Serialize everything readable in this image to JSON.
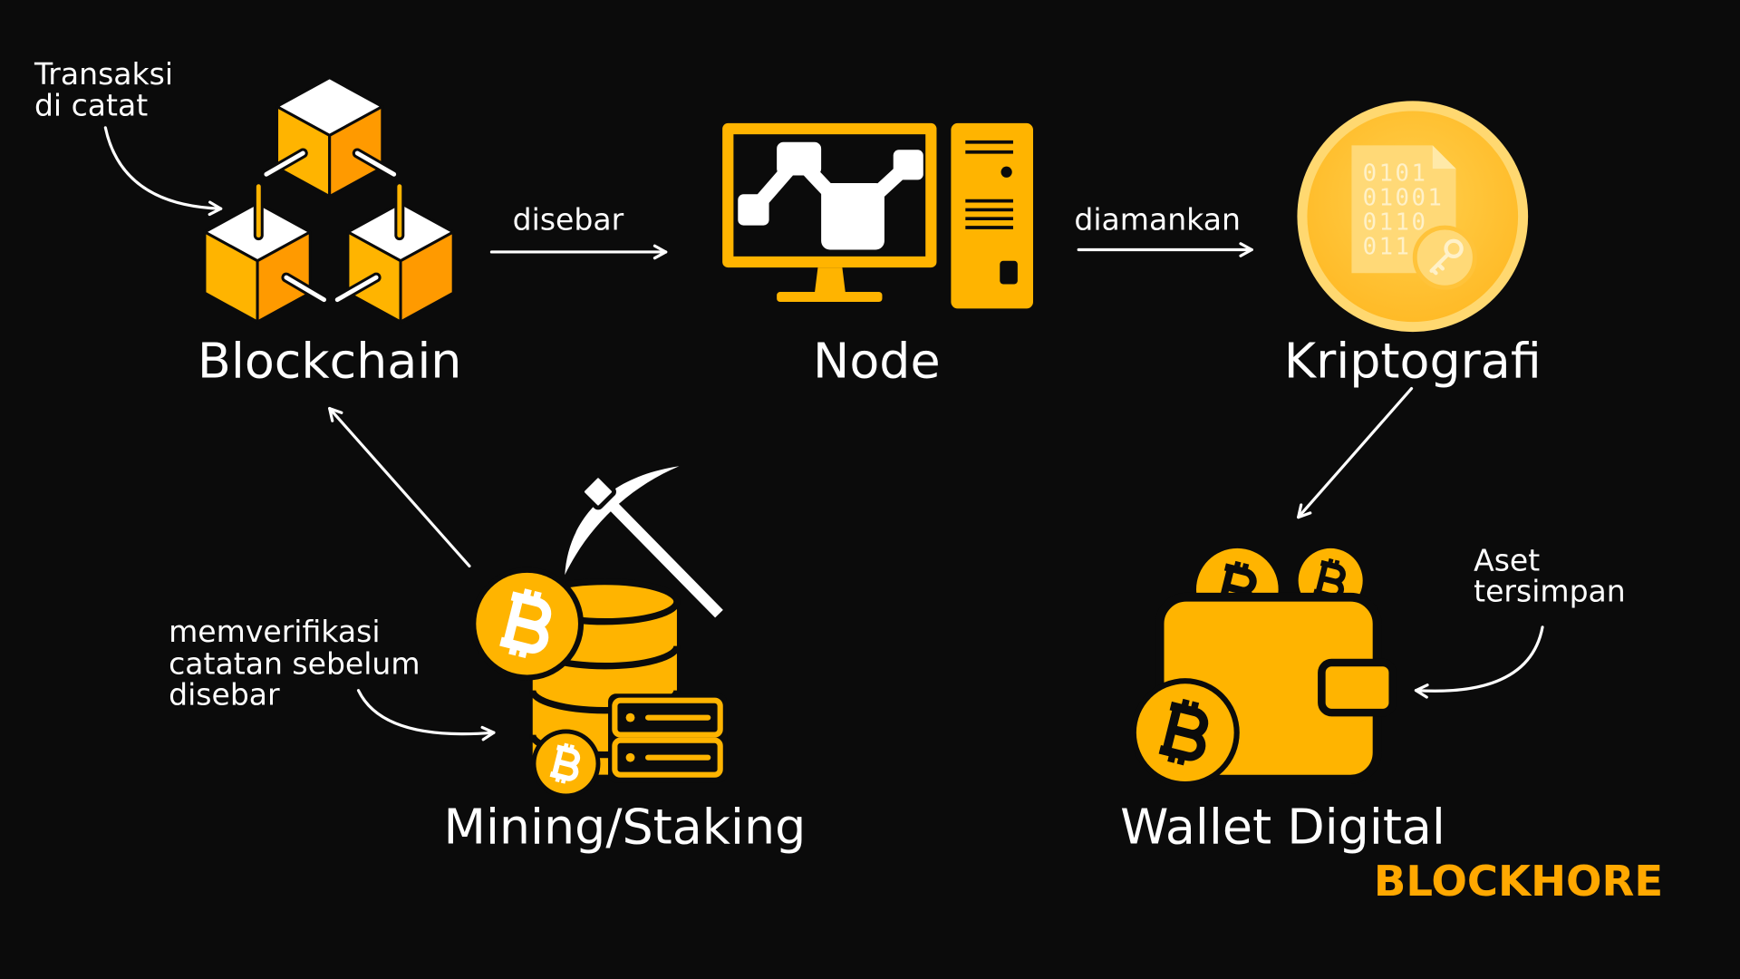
{
  "diagram": {
    "nodes": {
      "blockchain": {
        "label": "Blockchain",
        "icon": "blockchain-cubes-icon"
      },
      "node": {
        "label": "Node",
        "icon": "computer-node-icon"
      },
      "kriptografi": {
        "label": "Kriptografi",
        "icon": "encrypted-document-key-icon",
        "icon_text": [
          "0101",
          "01001",
          "0110",
          "011"
        ]
      },
      "wallet": {
        "label": "Wallet Digital",
        "icon": "bitcoin-wallet-icon"
      },
      "mining": {
        "label": "Mining/Staking",
        "icon": "pickaxe-database-bitcoin-icon"
      }
    },
    "edges": {
      "blockchain_to_node": "disebar",
      "node_to_kriptografi": "diamankan"
    },
    "notes": {
      "transaksi": [
        "Transaksi",
        "di catat"
      ],
      "verifikasi": [
        "memverifikasi",
        "catatan sebelum",
        "disebar"
      ],
      "aset": [
        "Aset",
        "tersimpan"
      ]
    }
  },
  "brand": {
    "logo_text": "BLOCKHORE"
  },
  "colors": {
    "background": "#0B0B0B",
    "text": "#FFFFFF",
    "accent": "#FFB400",
    "accent_dark": "#FF9A00",
    "accent_light": "#FFD870",
    "accent_pale": "#FFF1C8",
    "logo": "#FFA800"
  }
}
